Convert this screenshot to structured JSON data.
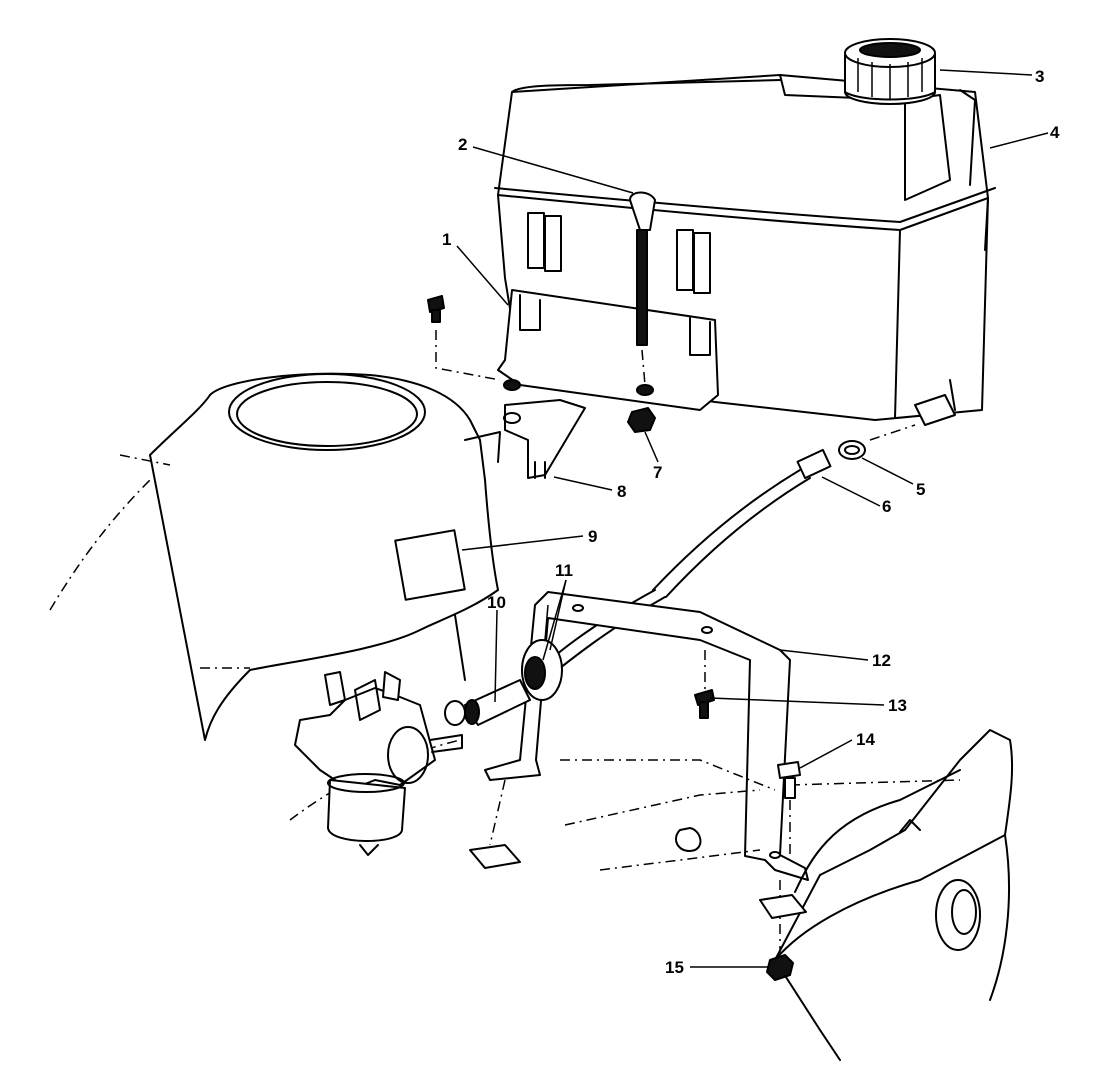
{
  "parts": [
    {
      "number": "1"
    },
    {
      "number": "2"
    },
    {
      "number": "3"
    },
    {
      "number": "4"
    },
    {
      "number": "5"
    },
    {
      "number": "6"
    },
    {
      "number": "7"
    },
    {
      "number": "8"
    },
    {
      "number": "9"
    },
    {
      "number": "10"
    },
    {
      "number": "11"
    },
    {
      "number": "12"
    },
    {
      "number": "13"
    },
    {
      "number": "14"
    },
    {
      "number": "15"
    }
  ]
}
